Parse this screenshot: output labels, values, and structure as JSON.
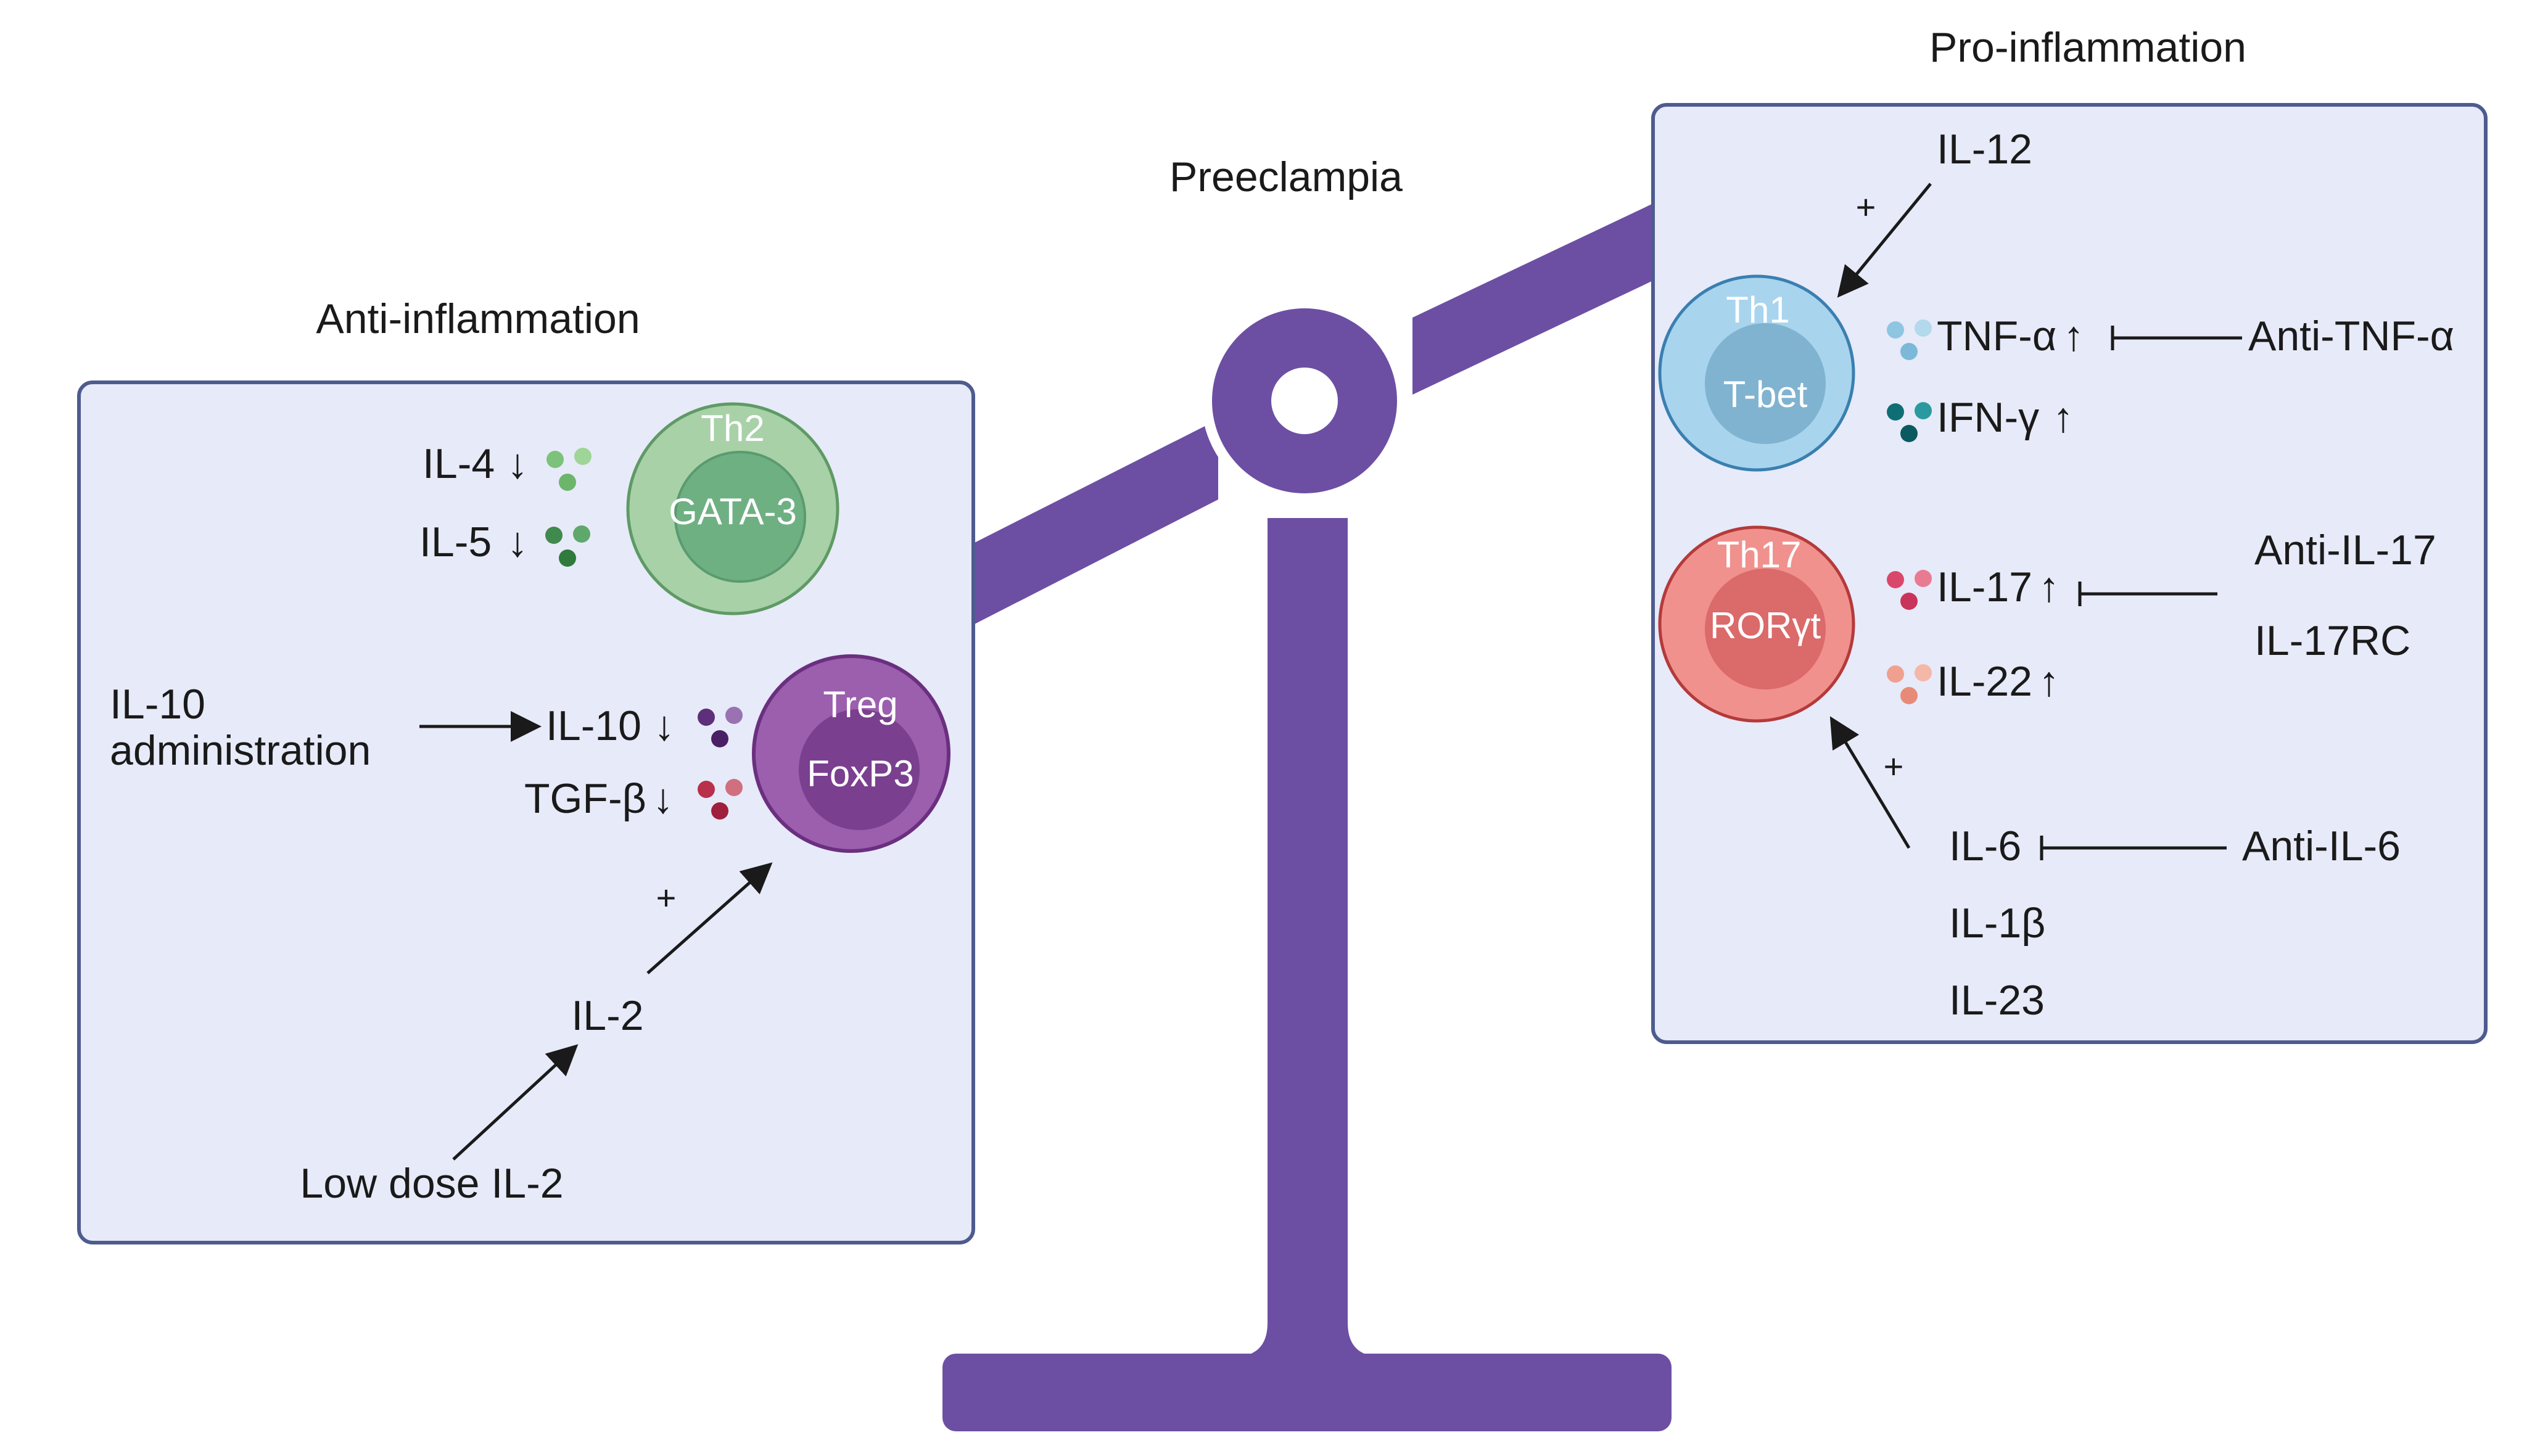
{
  "title": "Preeclampia",
  "colors": {
    "scale": "#6c4fa3",
    "panel_fill": "#e7eaf8",
    "panel_stroke": "#4e5b8f",
    "th2_outer": "#a8d1a8",
    "th2_inner": "#6fb083",
    "treg_outer": "#9b5fae",
    "treg_inner": "#7a3f8f",
    "th1_outer": "#a8d4ee",
    "th1_inner": "#80b3cf",
    "th17_outer": "#f0918e",
    "th17_inner": "#db6a6a"
  },
  "left": {
    "header": "Anti-inflammation",
    "th2": {
      "name": "Th2",
      "tf": "GATA-3"
    },
    "treg": {
      "name": "Treg",
      "tf": "FoxP3"
    },
    "cytokines": {
      "il4": "IL-4",
      "il5": "IL-5",
      "il10": "IL-10",
      "tgfb": "TGF-β"
    },
    "il10_admin_line1": "IL-10",
    "il10_admin_line2": "administration",
    "il2": "IL-2",
    "low_dose_il2": "Low dose IL-2",
    "plus": "+"
  },
  "right": {
    "header": "Pro-inflammation",
    "th1": {
      "name": "Th1",
      "tf": "T-bet"
    },
    "th17": {
      "name": "Th17",
      "tf": "RORγt"
    },
    "il12": "IL-12",
    "tnfa": "TNF-α",
    "ifng": "IFN-γ",
    "anti_tnfa": "Anti-TNF-α",
    "il17": "IL-17",
    "il22": "IL-22",
    "anti_il17": "Anti-IL-17",
    "il17rc": "IL-17RC",
    "il6": "IL-6",
    "il1b": "IL-1β",
    "il23": "IL-23",
    "anti_il6": "Anti-IL-6",
    "plus": "+"
  },
  "arrows": {
    "down": "↓",
    "up": "↑"
  }
}
